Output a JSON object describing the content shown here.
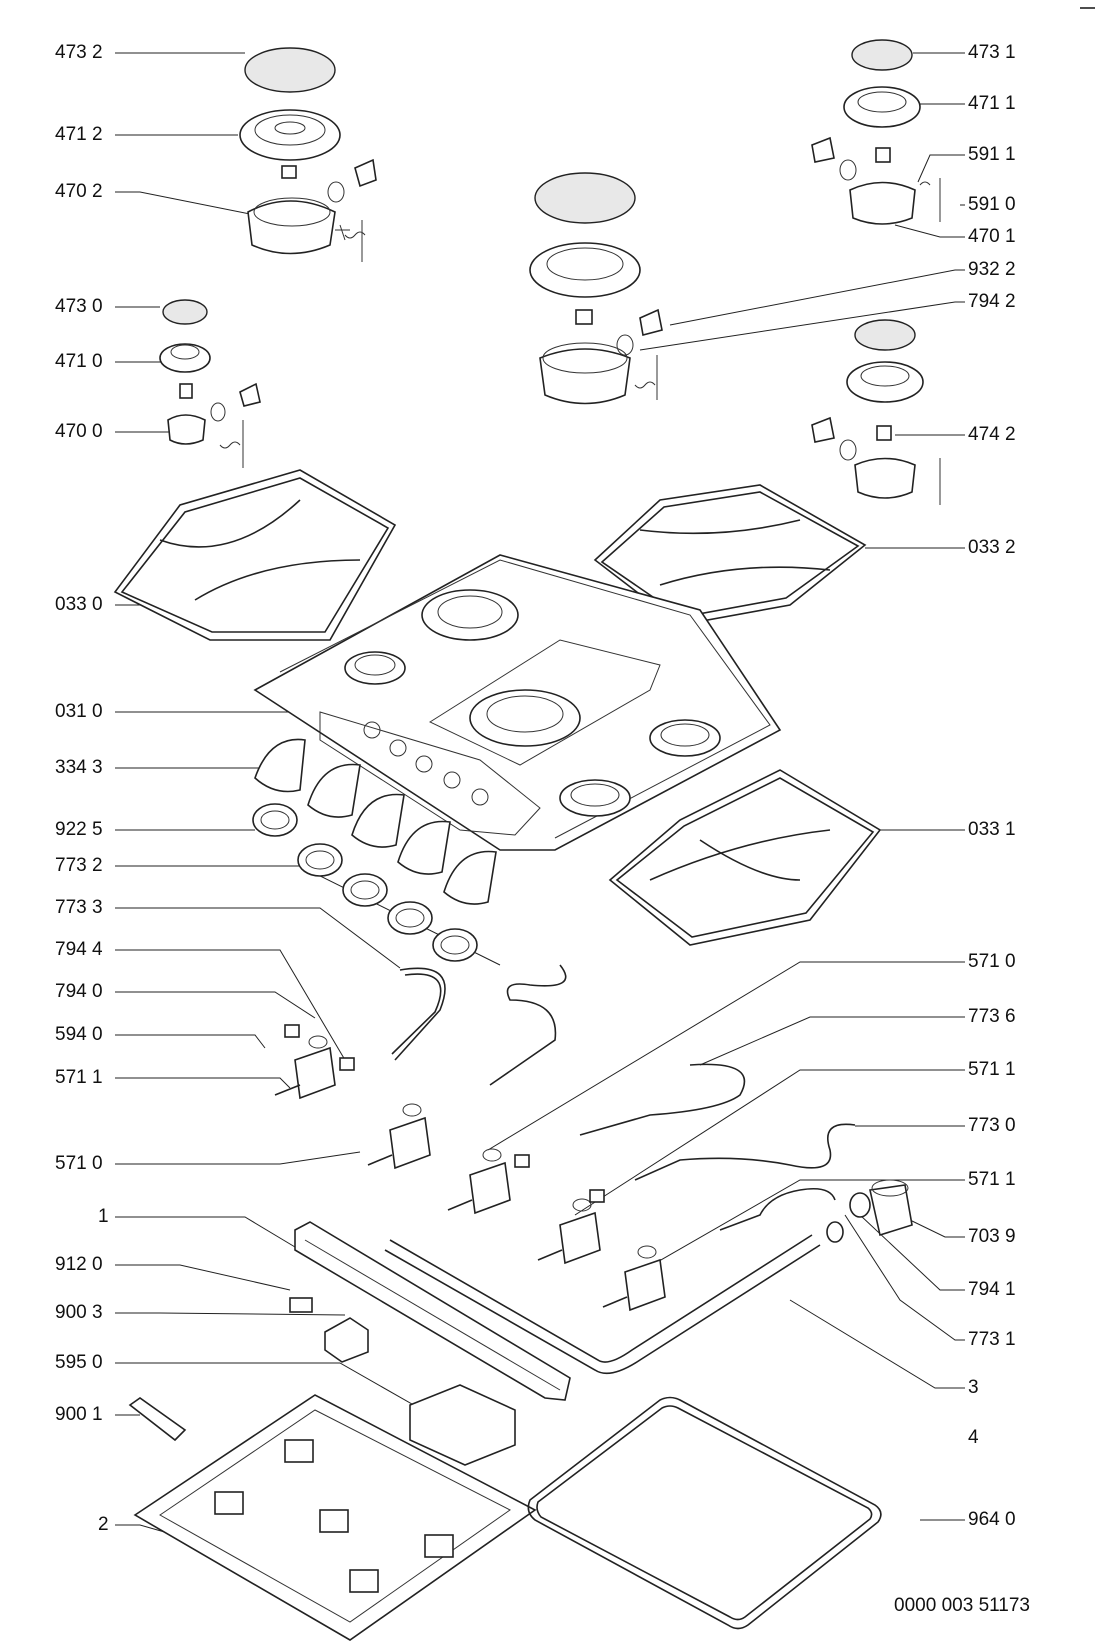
{
  "document_number": "0000 003 51173",
  "labels": {
    "l_4732": "473 2",
    "l_4712": "471 2",
    "l_4702": "470 2",
    "l_4730": "473 0",
    "l_4710": "471 0",
    "l_4700": "470 0",
    "l_0330": "033 0",
    "l_0310": "031 0",
    "l_3343": "334 3",
    "l_9225": "922 5",
    "l_7732": "773 2",
    "l_7733": "773 3",
    "l_7944": "794 4",
    "l_7940": "794 0",
    "l_5940": "594 0",
    "l_5711a": "571 1",
    "l_5710a": "571 0",
    "l_1": "1",
    "l_9120": "912 0",
    "l_9003": "900 3",
    "l_5950": "595 0",
    "l_9001": "900 1",
    "l_2": "2",
    "r_4731": "473 1",
    "r_4711": "471 1",
    "r_5911": "591 1",
    "r_5910": "591 0",
    "r_4701": "470 1",
    "r_9322": "932 2",
    "r_7942": "794 2",
    "r_4742": "474 2",
    "r_0332": "033 2",
    "r_0331": "033 1",
    "r_5710": "571 0",
    "r_7736": "773 6",
    "r_5711b": "571 1",
    "r_7730": "773 0",
    "r_5711c": "571 1",
    "r_7039": "703 9",
    "r_7941": "794 1",
    "r_7731": "773 1",
    "r_3": "3",
    "r_4": "4",
    "r_9640": "964 0"
  }
}
